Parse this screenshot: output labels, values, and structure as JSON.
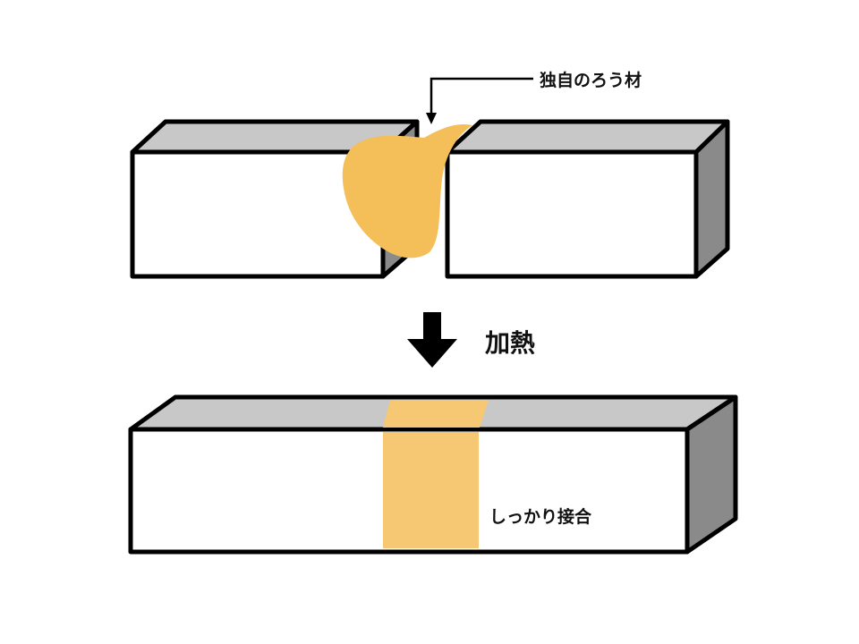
{
  "labels": {
    "filler_callout": "独自のろう材",
    "process_step": "加熱",
    "result_note": "しっかり接合"
  },
  "colors": {
    "block_face": "#ffffff",
    "block_top": "#c8c8c8",
    "block_side": "#8a8a8a",
    "outline": "#000000",
    "filler_blob": "#f4be59",
    "filler_joint": "#f6c873"
  }
}
